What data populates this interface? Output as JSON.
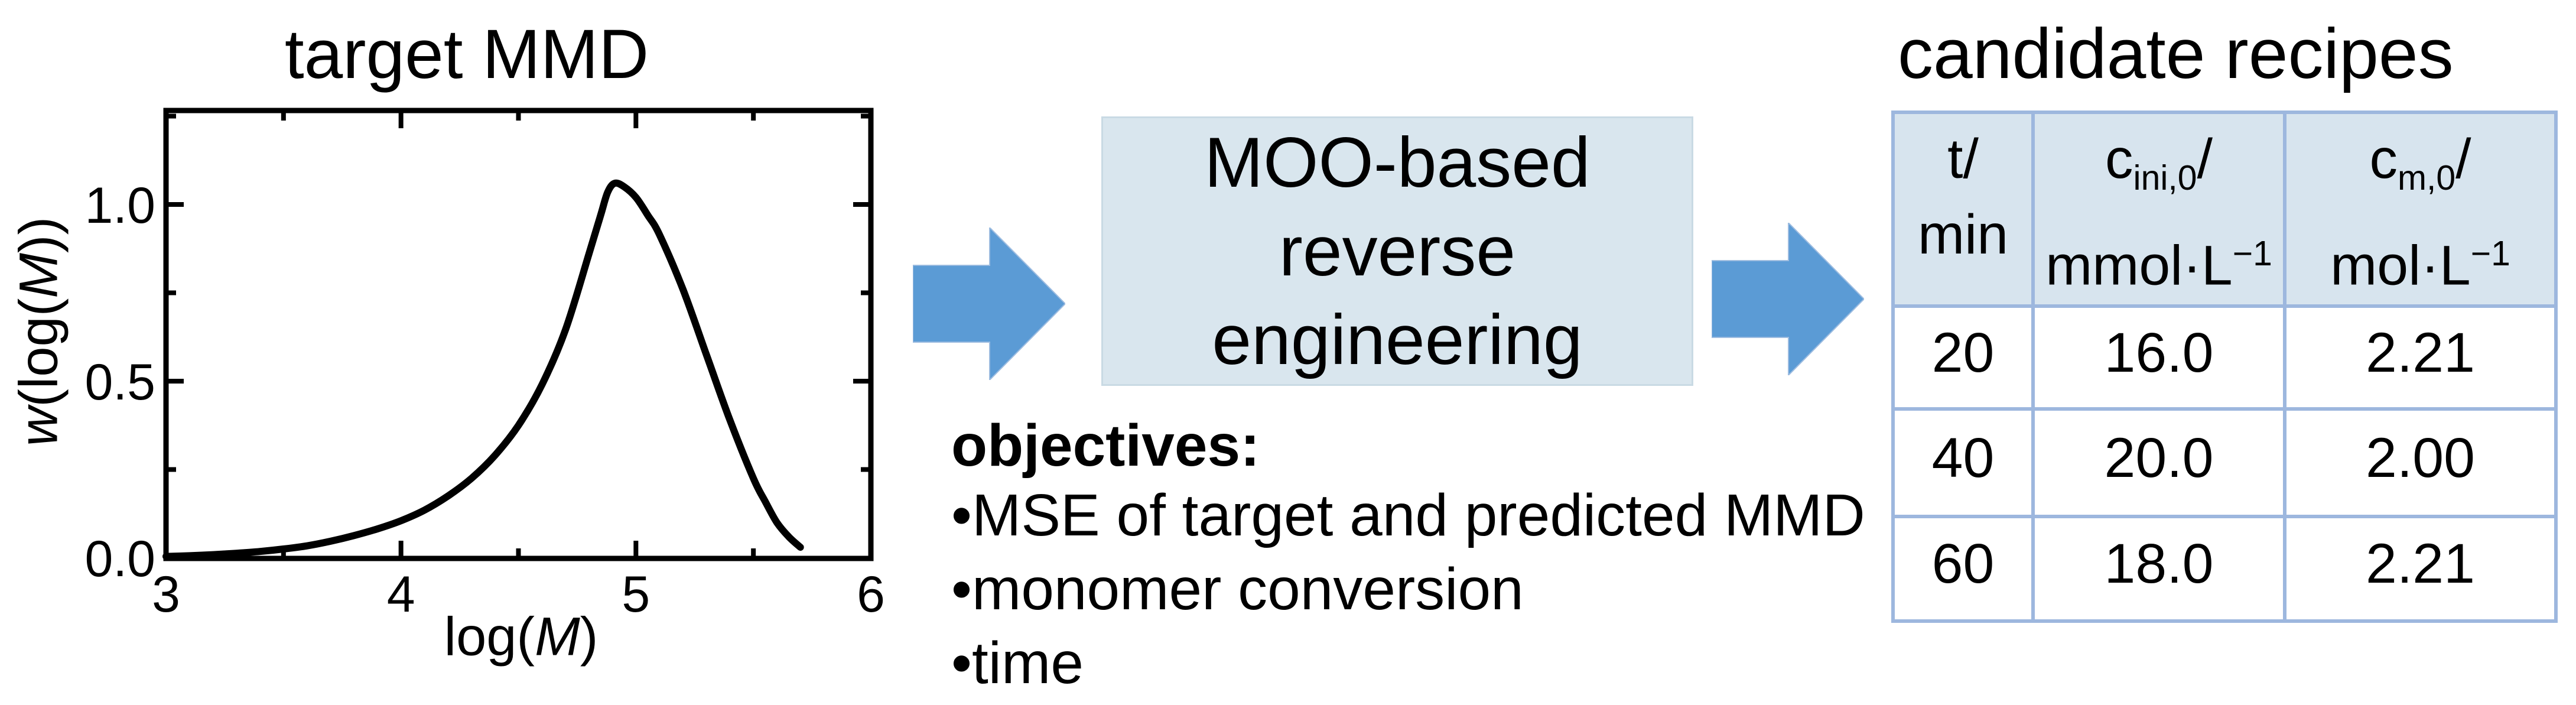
{
  "chart_labels": {
    "ylabel_w": "w",
    "ylabel_mid": "(log(",
    "ylabel_m": "M",
    "ylabel_end": "))",
    "xlabel_pre": "log(",
    "xlabel_m": "M",
    "xlabel_post": ")"
  },
  "chart_data": {
    "type": "line",
    "title": "target MMD",
    "xlabel": "log(M)",
    "ylabel": "w(log(M))",
    "xlim": [
      3,
      6
    ],
    "ylim": [
      0,
      1.27
    ],
    "x_tick_values": [
      3,
      4,
      5,
      6
    ],
    "x_tick_labels": [
      "3",
      "4",
      "5",
      "6"
    ],
    "x_minor_ticks": [
      3.5,
      4.5,
      5.5
    ],
    "y_tick_values": [
      0,
      0.5,
      1.0
    ],
    "y_tick_labels": [
      "0.0",
      "0.5",
      "1.0"
    ],
    "y_minor_ticks": [
      0.25,
      0.75,
      1.25
    ],
    "grid": false,
    "legend": null,
    "line_color": "#000000",
    "series": [
      {
        "name": "target MMD",
        "x": [
          3.0,
          3.1,
          3.2,
          3.3,
          3.4,
          3.5,
          3.6,
          3.7,
          3.8,
          3.9,
          4.0,
          4.1,
          4.2,
          4.3,
          4.4,
          4.5,
          4.6,
          4.7,
          4.8,
          4.85,
          4.88,
          4.91,
          4.95,
          5.0,
          5.05,
          5.1,
          5.2,
          5.3,
          5.4,
          5.5,
          5.55,
          5.6,
          5.65,
          5.7
        ],
        "y": [
          0.004,
          0.006,
          0.009,
          0.013,
          0.018,
          0.025,
          0.034,
          0.047,
          0.063,
          0.082,
          0.105,
          0.135,
          0.175,
          0.225,
          0.29,
          0.375,
          0.49,
          0.645,
          0.86,
          0.97,
          1.035,
          1.06,
          1.05,
          1.02,
          0.97,
          0.915,
          0.76,
          0.575,
          0.39,
          0.225,
          0.16,
          0.1,
          0.06,
          0.03
        ]
      }
    ]
  },
  "process": {
    "box_label_lines": [
      "MOO-based",
      "reverse",
      "engineering"
    ],
    "box_fill": "#d9e6ee",
    "box_border": "#c9dae4",
    "arrow_color": "#5b9bd5",
    "arrow_outline": "#9dbce0"
  },
  "objectives": {
    "heading": "objectives:",
    "bullet": "•",
    "items": [
      "MSE of target and predicted MMD",
      "monomer conversion",
      "time"
    ]
  },
  "recipes": {
    "title": "candidate recipes",
    "header_fill": "#d7e4ee",
    "border_color": "#9db7de",
    "columns": [
      {
        "line1": "t/",
        "line2": "min"
      },
      {
        "symbol": "c",
        "sub": "ini,0",
        "slash": "/",
        "unit": "mmol·L",
        "sup": "−1"
      },
      {
        "symbol": "c",
        "sub": "m,0",
        "slash": "/",
        "unit": "mol·L",
        "sup": "−1"
      }
    ],
    "rows": [
      [
        "20",
        "16.0",
        "2.21"
      ],
      [
        "40",
        "20.0",
        "2.00"
      ],
      [
        "60",
        "18.0",
        "2.21"
      ]
    ]
  }
}
